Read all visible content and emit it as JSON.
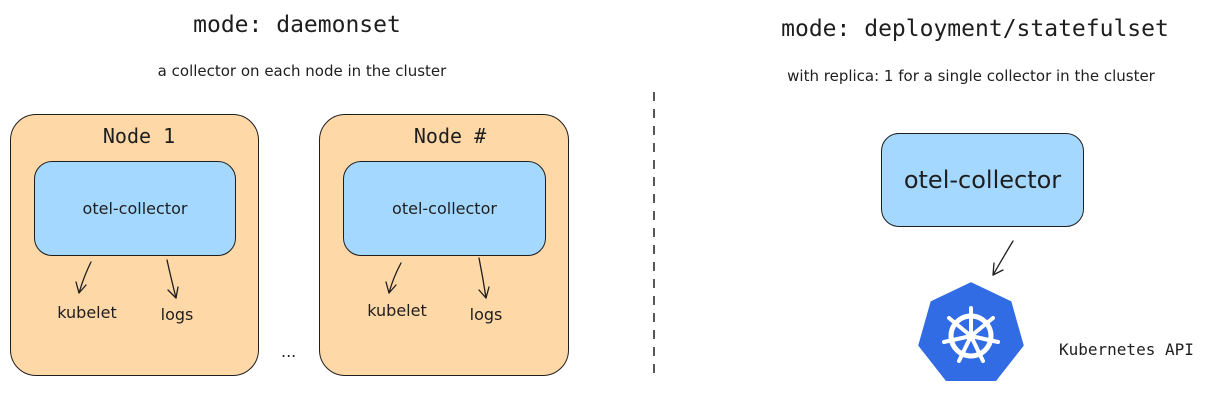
{
  "left": {
    "title": "mode: daemonset",
    "subtitle": "a collector on each node in the cluster",
    "nodes": [
      {
        "label": "Node 1",
        "collector": "otel-collector",
        "sources": [
          "kubelet",
          "logs"
        ]
      },
      {
        "label": "Node #",
        "collector": "otel-collector",
        "sources": [
          "kubelet",
          "logs"
        ]
      }
    ],
    "ellipsis": "..."
  },
  "right": {
    "title": "mode: deployment/statefulset",
    "subtitle": "with replica: 1 for a single collector in the cluster",
    "collector": "otel-collector",
    "api_label": "Kubernetes API"
  },
  "colors": {
    "node_fill": "#ffd8a8",
    "collector_fill": "#a5d8ff",
    "k8s_blue": "#326ce5",
    "stroke": "#1e1e1e"
  },
  "icons": {
    "k8s": "kubernetes-helm-logo-icon"
  }
}
